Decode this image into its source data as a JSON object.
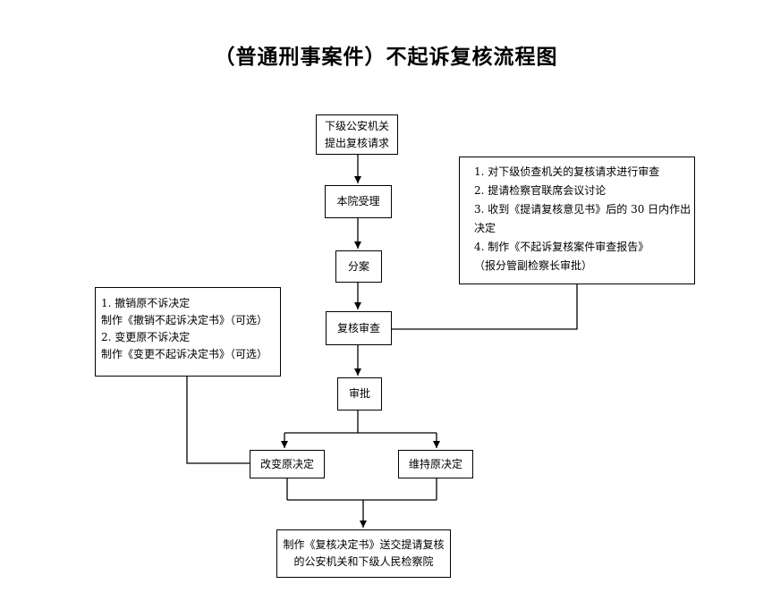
{
  "title": "（普通刑事案件）不起诉复核流程图",
  "nodes": {
    "request": {
      "lines": [
        "下级公安机关",
        "提出复核请求"
      ]
    },
    "accept": {
      "label": "本院受理"
    },
    "assign": {
      "label": "分案"
    },
    "review": {
      "label": "复核审查"
    },
    "approve": {
      "label": "审批"
    },
    "change": {
      "label": "改变原决定"
    },
    "maintain": {
      "label": "维持原决定"
    },
    "final": {
      "lines": [
        "制作《复核决定书》送交提请复核",
        "的公安机关和下级人民检察院"
      ]
    }
  },
  "notes": {
    "review_tasks": {
      "lines": [
        "1. 对下级侦查机关的复核请求进行审查",
        "2. 提请检察官联席会议讨论",
        "3. 收到《提请复核意见书》后的 30 日内作出",
        "决定",
        "4.  制作《不起诉复核案件审查报告》",
        " （报分管副检察长审批）"
      ]
    },
    "change_options": {
      "lines": [
        "1. 撤销原不诉决定",
        "制作《撤销不起诉决定书》（可选）",
        "2.  变更原不诉决定",
        "制作《变更不起诉决定书》（可选）"
      ]
    }
  }
}
